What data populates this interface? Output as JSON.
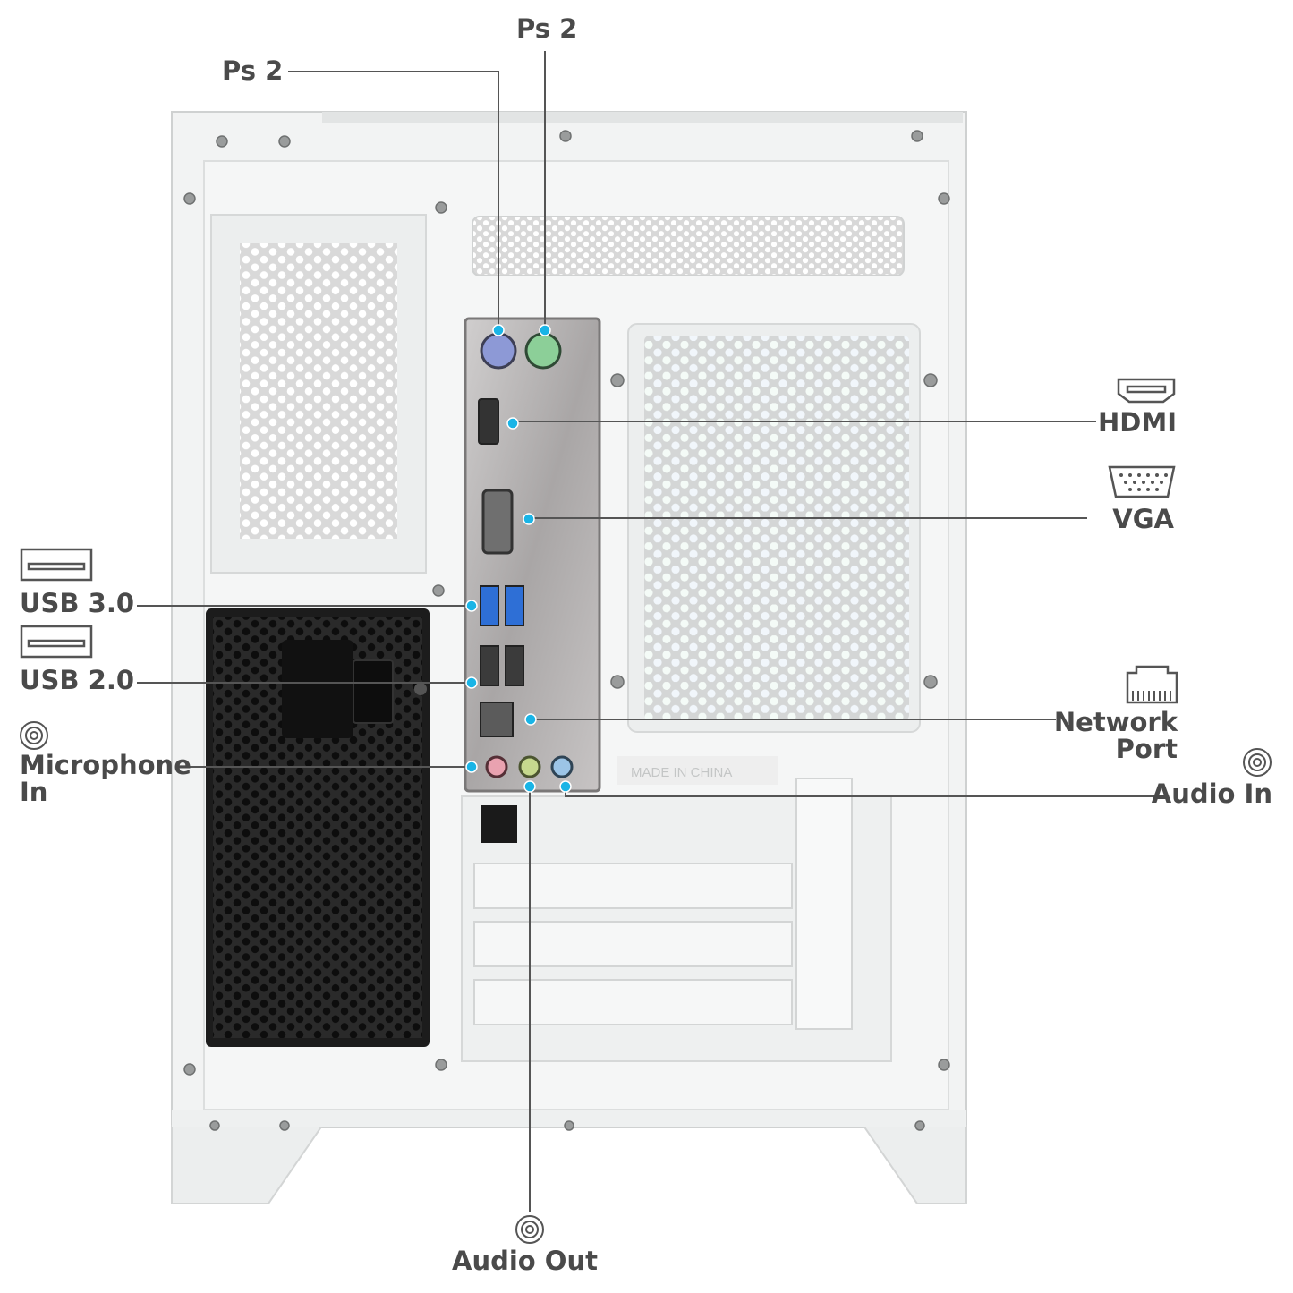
{
  "colors": {
    "callout_dot": "#19b4e6",
    "leader_line": "#555555",
    "label_text": "#4a4a4a",
    "case_body": "#f2f3f3",
    "io_shield": "#bfbcbc",
    "psu": "#1c1c1c"
  },
  "case_markings": {
    "made_in": "MADE IN CHINA"
  },
  "callouts": {
    "ps2_top": {
      "label": "Ps 2"
    },
    "ps2_left": {
      "label": "Ps 2"
    },
    "hdmi": {
      "label": "HDMI",
      "icon": "hdmi-port-icon"
    },
    "vga": {
      "label": "VGA",
      "icon": "vga-port-icon"
    },
    "usb30": {
      "label": "USB 3.0",
      "icon": "usb-port-icon"
    },
    "usb20": {
      "label": "USB 2.0",
      "icon": "usb-port-icon"
    },
    "mic_in": {
      "label_line1": "Microphone",
      "label_line2": "In",
      "icon": "audio-jack-icon"
    },
    "network": {
      "label_line1": "Network",
      "label_line2": "Port",
      "icon": "ethernet-port-icon"
    },
    "audio_in": {
      "label": "Audio In",
      "icon": "audio-jack-icon"
    },
    "audio_out": {
      "label": "Audio Out",
      "icon": "audio-jack-icon"
    }
  }
}
